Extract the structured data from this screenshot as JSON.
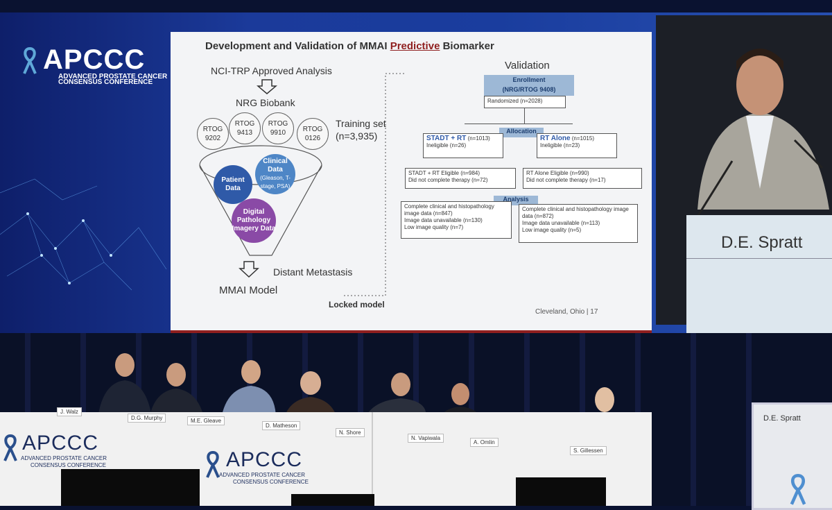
{
  "top_logo": {
    "name": "APCCC",
    "subtitle_line1": "ADVANCED PROSTATE CANCER",
    "subtitle_line2": "CONSENSUS CONFERENCE"
  },
  "slide": {
    "title_pre": "Development and Validation of MMAI ",
    "title_emph": "Predictive",
    "title_post": " Biomarker",
    "approved": "NCI-TRP Approved Analysis",
    "biobank": "NRG Biobank",
    "rtog": [
      "RTOG\n9202",
      "RTOG\n9413",
      "RTOG\n9910",
      "RTOG\n0126"
    ],
    "training_set": "Training set",
    "training_n": "(n=3,935)",
    "patient_data": "Patient Data",
    "clinical_data": "Clinical Data",
    "clinical_detail": "(Gleason, T-stage, PSA)",
    "digital_pathology": "Digital Pathology Imagery Data",
    "distant_metastasis": "Distant Metastasis",
    "model": "MMAI Model",
    "locked": "Locked model",
    "validation": "Validation",
    "enrollment": "Enrollment",
    "enrollment_trial": "(NRG/RTOG 9408)",
    "randomized": "Randomized (n=2028)",
    "allocation": "Allocation",
    "arm1": "STADT + RT",
    "arm1_n": "(n=1013)",
    "arm1_inel": "Ineligible (n=26)",
    "arm2": "RT Alone",
    "arm2_n": "(n=1015)",
    "arm2_inel": "Ineligible (n=23)",
    "arm1_elig": "STADT + RT Eligible (n=984)",
    "arm1_dnc": "Did not complete therapy (n=72)",
    "arm2_elig": "RT Alone Eligible (n=990)",
    "arm2_dnc": "Did not complete therapy (n=17)",
    "analysis": "Analysis",
    "complete1": "Complete clinical and histopathology image data (n=847)",
    "complete1_a": "Image data unavailable (n=130)",
    "complete1_b": "Low image quality (n=7)",
    "complete2": "Complete clinical and histopathology image data (n=872)",
    "complete2_a": "Image data unavailable (n=113)",
    "complete2_b": "Low image quality (n=5)",
    "footer": "Cleveland, Ohio | 17"
  },
  "speaker_screen": {
    "name": "D.E. Spratt"
  },
  "podium": {
    "name": "D.E. Spratt"
  },
  "panel_nametags": [
    "J. Walz",
    "D.G. Murphy",
    "M.E. Gleave",
    "D. Matheson",
    "N. Shore",
    "N. Vapiwala",
    "A. Omlin",
    "S. Gillessen"
  ],
  "table_logo": {
    "name": "APCCC",
    "subtitle_line1": "ADVANCED PROSTATE CANCER",
    "subtitle_line2": "CONSENSUS CONFERENCE"
  },
  "colors": {
    "screen_blue": "#1b3a9a",
    "accent_red": "#8f1f1f",
    "ribbon": "#5fa8d8"
  }
}
